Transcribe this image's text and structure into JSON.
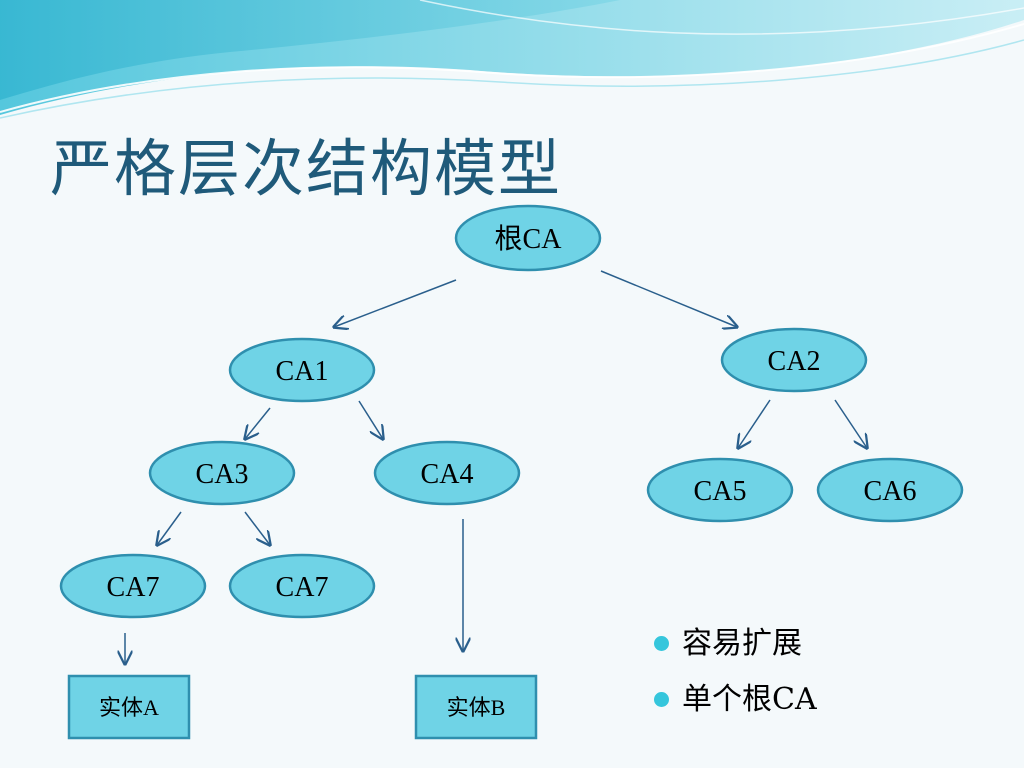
{
  "slide": {
    "title": "严格层次结构模型"
  },
  "diagram": {
    "nodes": [
      {
        "id": "root",
        "label": "根CA"
      },
      {
        "id": "ca1",
        "label": "CA1"
      },
      {
        "id": "ca2",
        "label": "CA2"
      },
      {
        "id": "ca3",
        "label": "CA3"
      },
      {
        "id": "ca4",
        "label": "CA4"
      },
      {
        "id": "ca5",
        "label": "CA5"
      },
      {
        "id": "ca6",
        "label": "CA6"
      },
      {
        "id": "ca7a",
        "label": "CA7"
      },
      {
        "id": "ca7b",
        "label": "CA7"
      },
      {
        "id": "entity_a",
        "label": "实体A"
      },
      {
        "id": "entity_b",
        "label": "实体B"
      }
    ],
    "edges": [
      {
        "from": "root",
        "to": "ca1"
      },
      {
        "from": "root",
        "to": "ca2"
      },
      {
        "from": "ca1",
        "to": "ca3"
      },
      {
        "from": "ca1",
        "to": "ca4"
      },
      {
        "from": "ca2",
        "to": "ca5"
      },
      {
        "from": "ca2",
        "to": "ca6"
      },
      {
        "from": "ca3",
        "to": "ca7a"
      },
      {
        "from": "ca3",
        "to": "ca7b"
      },
      {
        "from": "ca7a",
        "to": "entity_a"
      },
      {
        "from": "ca4",
        "to": "entity_b"
      }
    ]
  },
  "bullets": [
    "容易扩展",
    "单个根CA"
  ],
  "colors": {
    "node_fill": "#6fd3e6",
    "node_border": "#2f8fae",
    "edge": "#2a5f8c",
    "title": "#1f5a7a",
    "bullet_dot": "#35c6dc"
  }
}
